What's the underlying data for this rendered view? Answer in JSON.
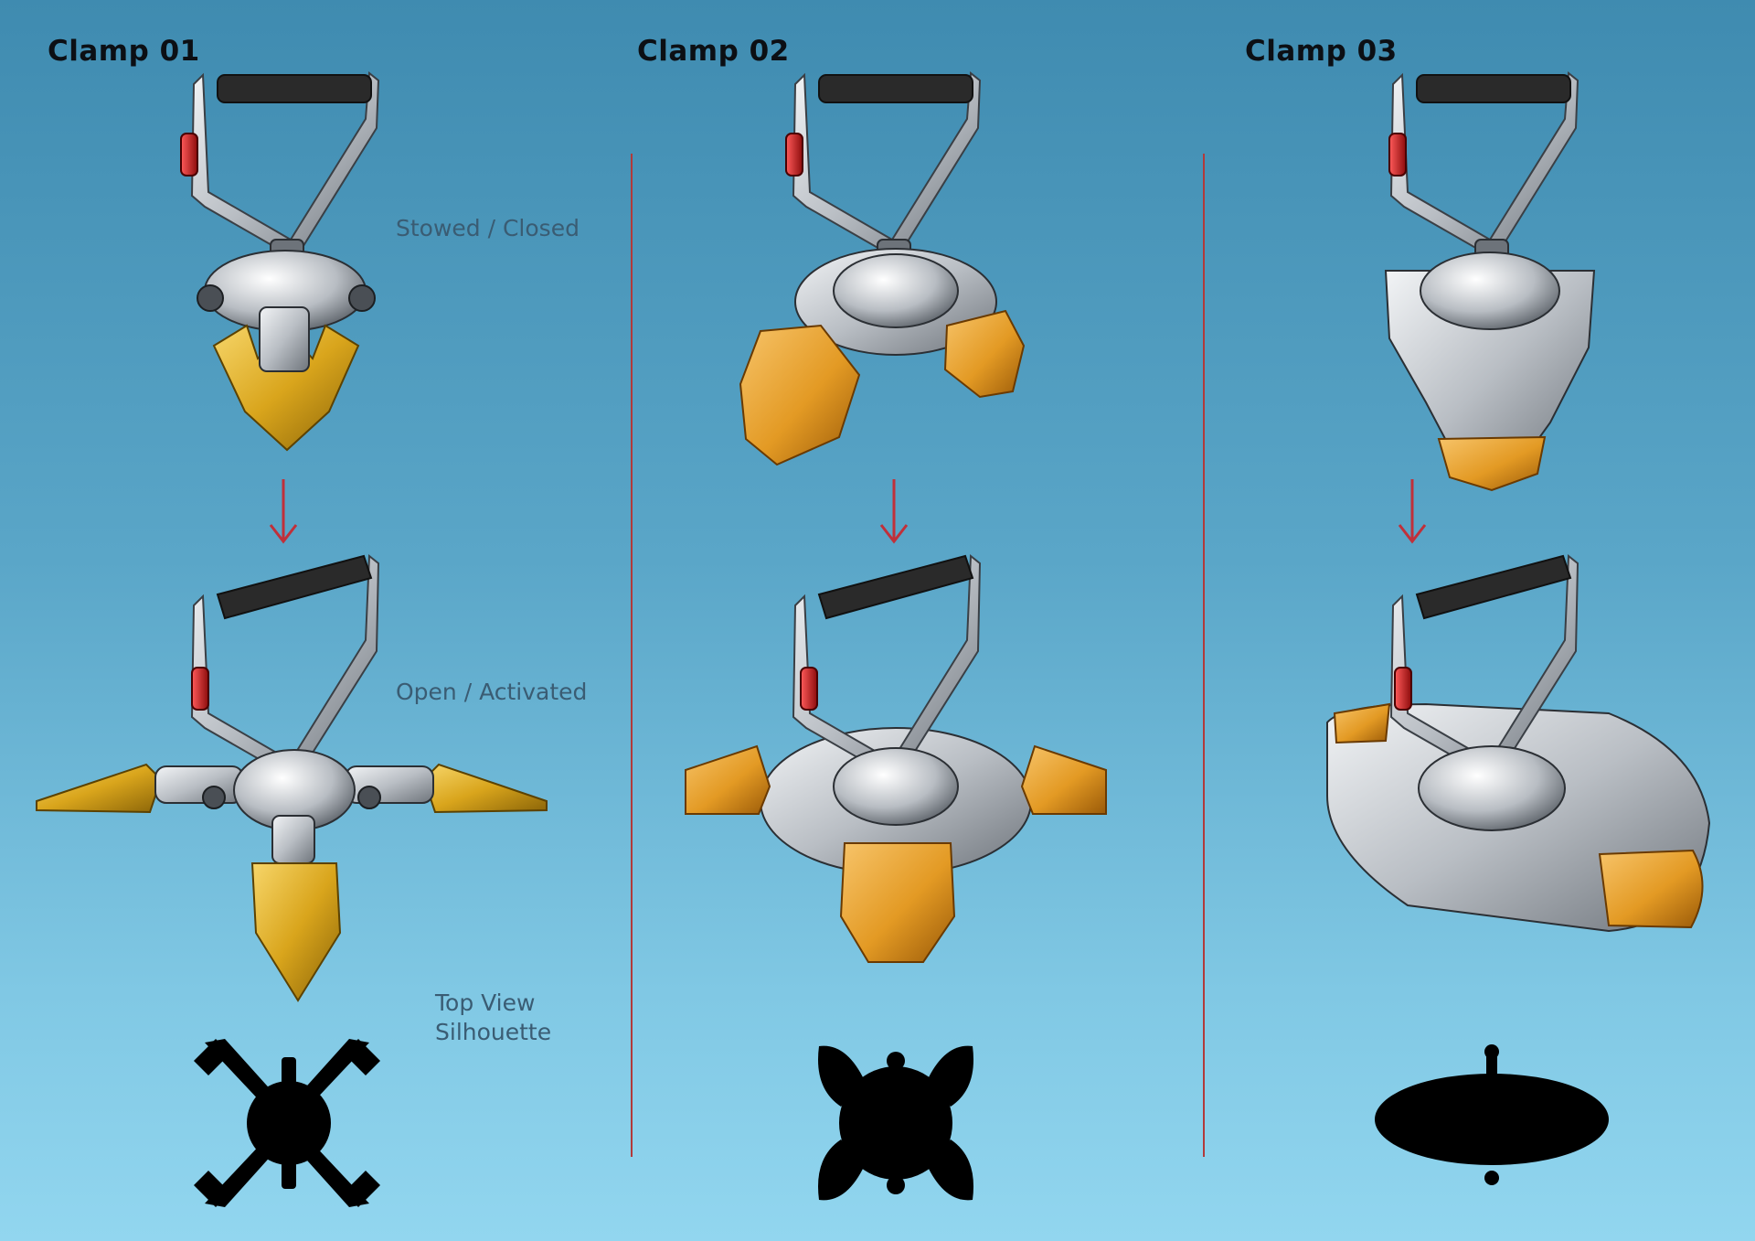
{
  "columns": [
    {
      "title": "Clamp 01"
    },
    {
      "title": "Clamp 02"
    },
    {
      "title": "Clamp 03"
    }
  ],
  "labels": {
    "stowed": "Stowed / Closed",
    "open": "Open / Activated",
    "top_view_line1": "Top View",
    "top_view_line2": "Silhouette"
  },
  "colors": {
    "background_top": "#3f8bb0",
    "background_bottom": "#92d6ef",
    "divider": "#b23a3a",
    "arrow": "#c0303a",
    "metal": "#bfc4c9",
    "gold": "#e0a21a",
    "orange": "#e8a030",
    "grip": "#2a2a2a",
    "indicator": "#c81818",
    "silhouette": "#000000"
  }
}
